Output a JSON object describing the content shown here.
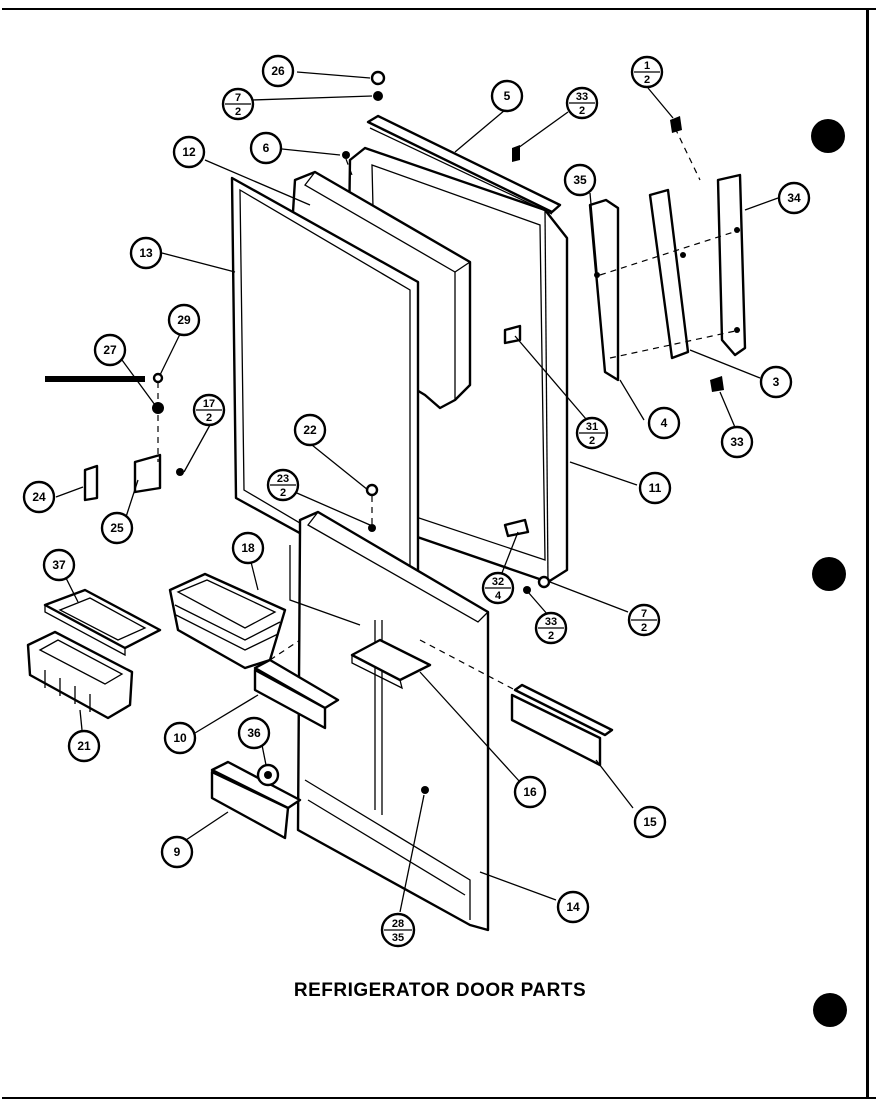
{
  "title": "REFRIGERATOR DOOR PARTS",
  "callouts": {
    "c1": {
      "top": "1",
      "bottom": "2"
    },
    "c3": "3",
    "c4": "4",
    "c5": "5",
    "c6": "6",
    "c7a": {
      "top": "7",
      "bottom": "2"
    },
    "c7b": {
      "top": "7",
      "bottom": "2"
    },
    "c9": "9",
    "c10": "10",
    "c11": "11",
    "c12": "12",
    "c13": "13",
    "c14": "14",
    "c15": "15",
    "c16": "16",
    "c17": {
      "top": "17",
      "bottom": "2"
    },
    "c18": "18",
    "c21": "21",
    "c22": "22",
    "c23": {
      "top": "23",
      "bottom": "2"
    },
    "c24": "24",
    "c25": "25",
    "c26": "26",
    "c27": "27",
    "c29": "29",
    "c31": {
      "top": "31",
      "bottom": "2"
    },
    "c32": {
      "top": "32",
      "bottom": "4"
    },
    "c33": "33",
    "c33a": {
      "top": "33",
      "bottom": "2"
    },
    "c33b": {
      "top": "33",
      "bottom": "2"
    },
    "c34": "34",
    "c35": "35",
    "c36": "36",
    "c37": "37",
    "c38": {
      "top": "28",
      "bottom": "35"
    }
  }
}
